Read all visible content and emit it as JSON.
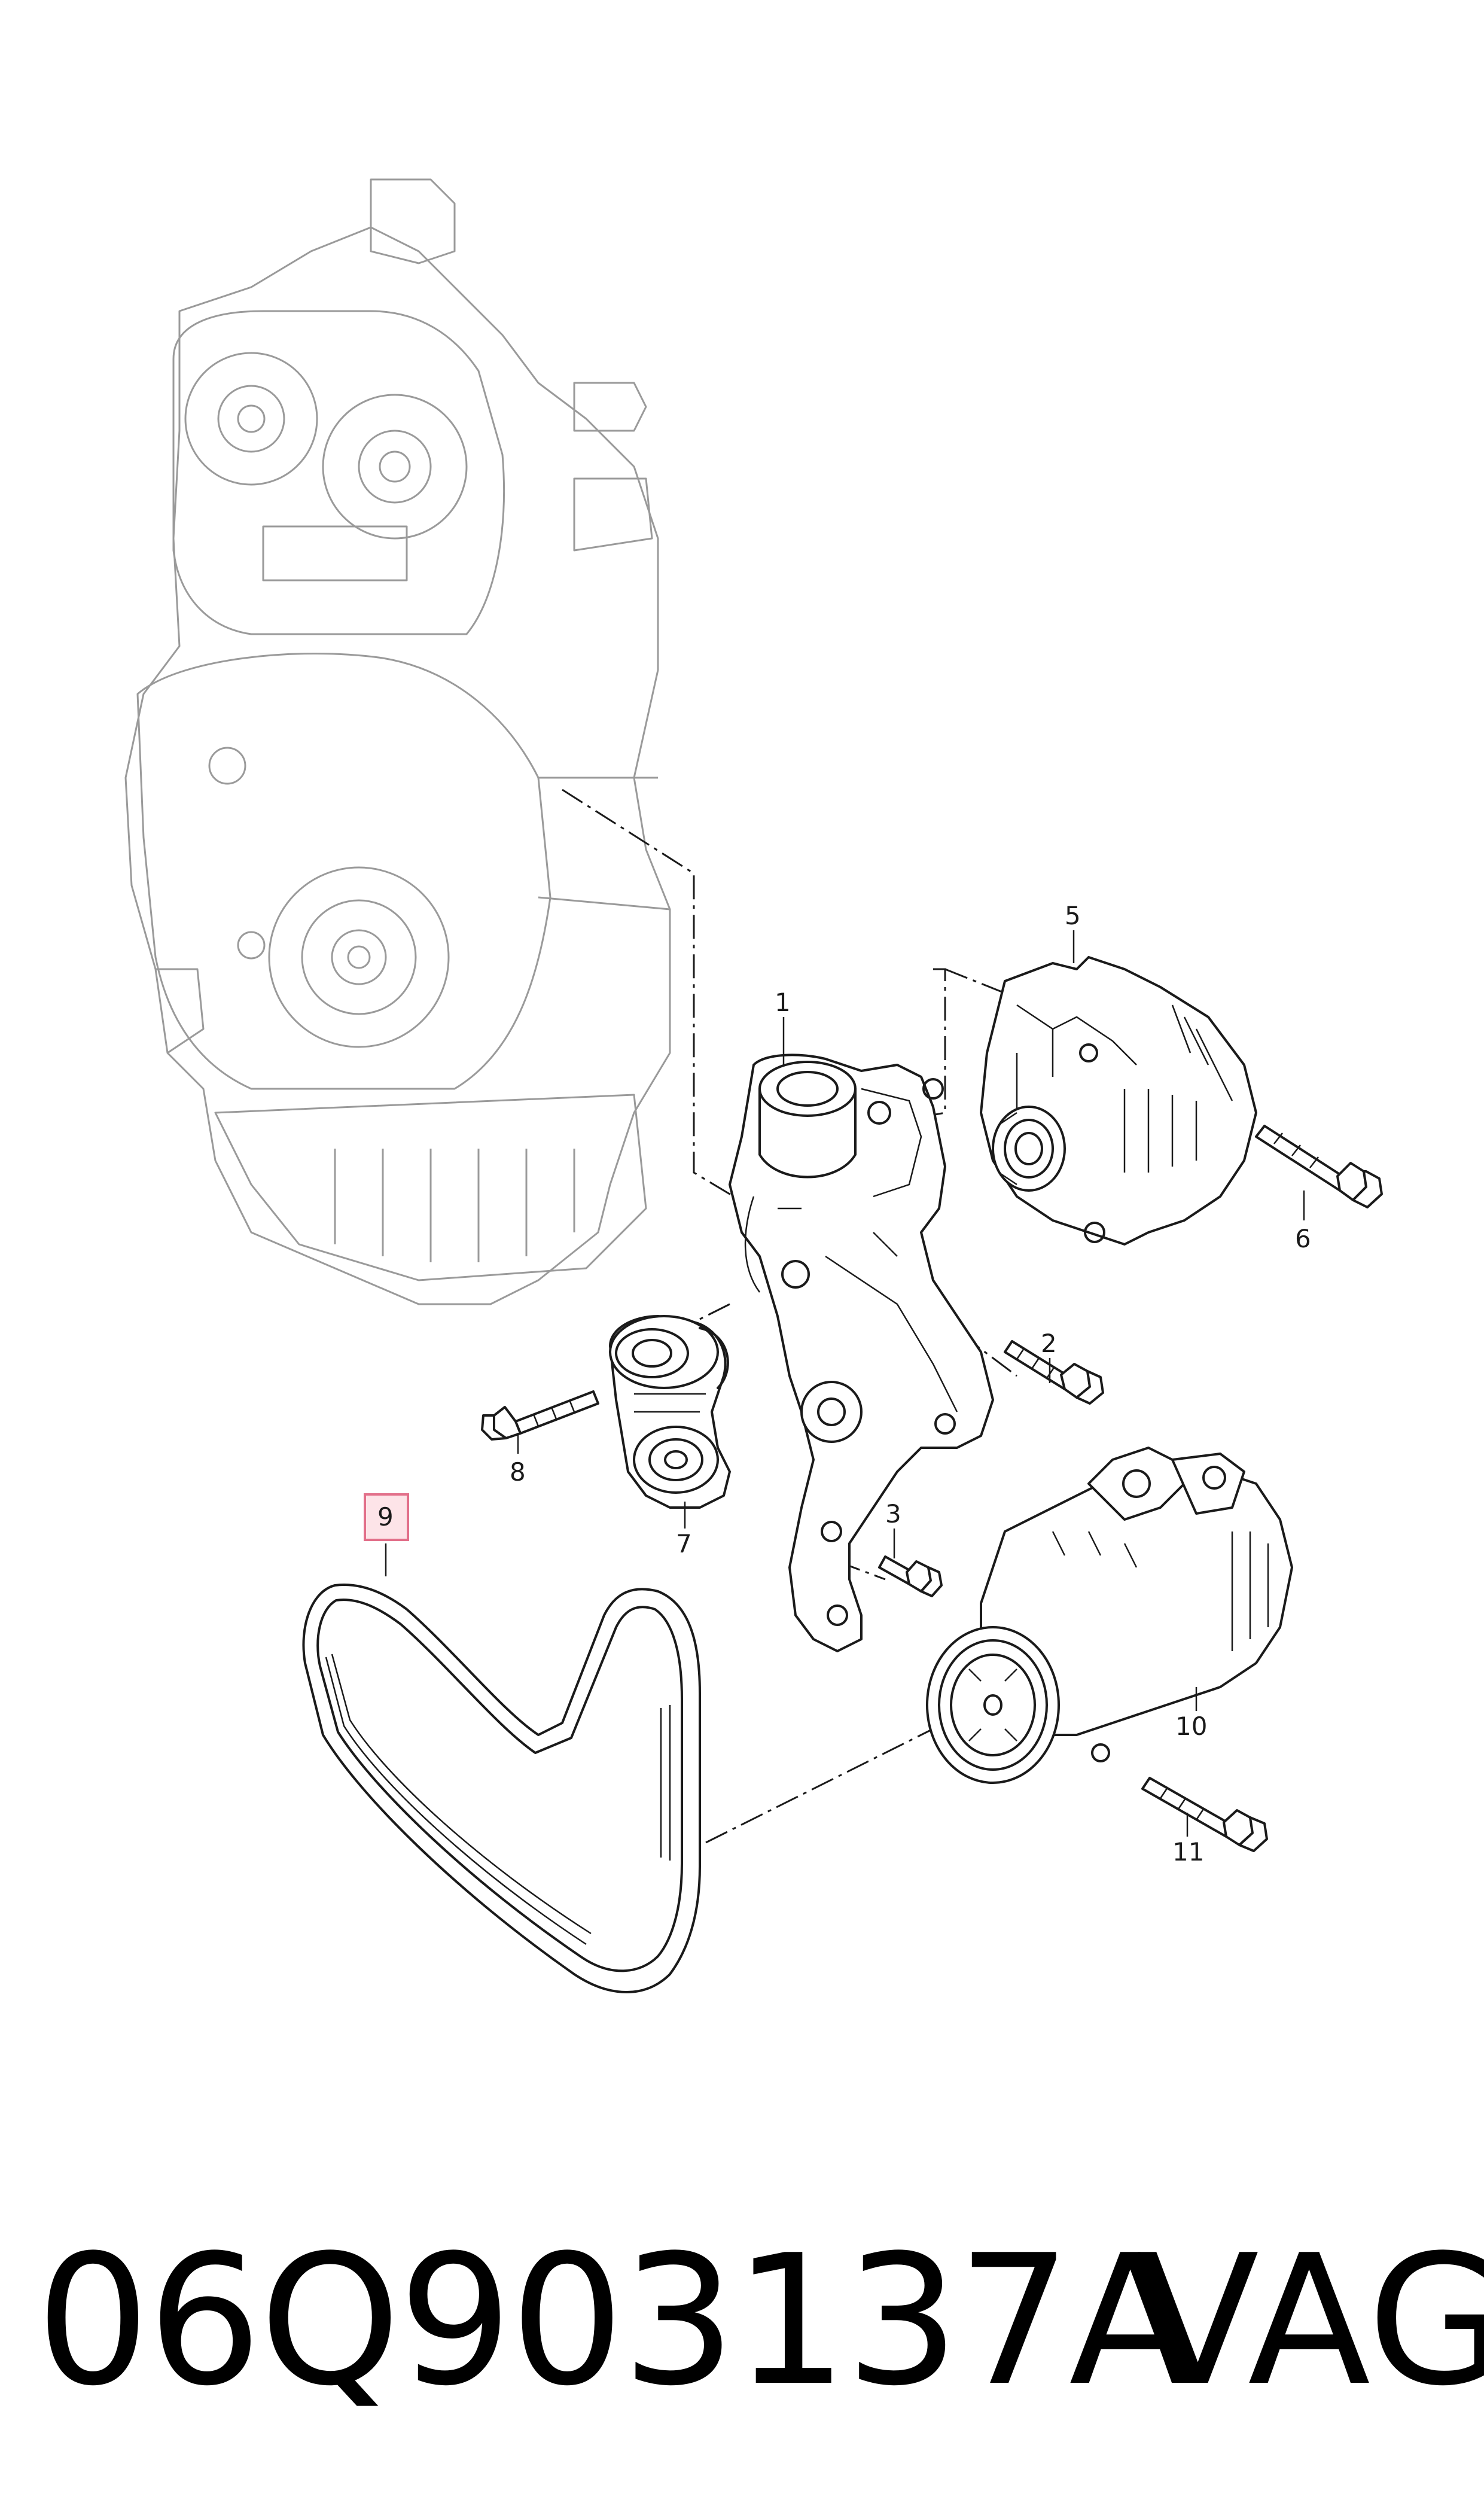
{
  "callouts": [
    {
      "id": "1",
      "label": "1",
      "highlighted": false
    },
    {
      "id": "2",
      "label": "2",
      "highlighted": false
    },
    {
      "id": "3",
      "label": "3",
      "highlighted": false
    },
    {
      "id": "5",
      "label": "5",
      "highlighted": false
    },
    {
      "id": "6",
      "label": "6",
      "highlighted": false
    },
    {
      "id": "7",
      "label": "7",
      "highlighted": false
    },
    {
      "id": "8",
      "label": "8",
      "highlighted": false
    },
    {
      "id": "9",
      "label": "9",
      "highlighted": true
    },
    {
      "id": "10",
      "label": "10",
      "highlighted": false
    },
    {
      "id": "11",
      "label": "11",
      "highlighted": false
    }
  ],
  "footer": {
    "part_number": "06Q903137A",
    "brand": "VAG"
  },
  "colors": {
    "highlight_fill": "#fde4e8",
    "highlight_stroke": "#e2708a",
    "line": "#1a1a1a",
    "engine_line": "#9a9a9a"
  }
}
